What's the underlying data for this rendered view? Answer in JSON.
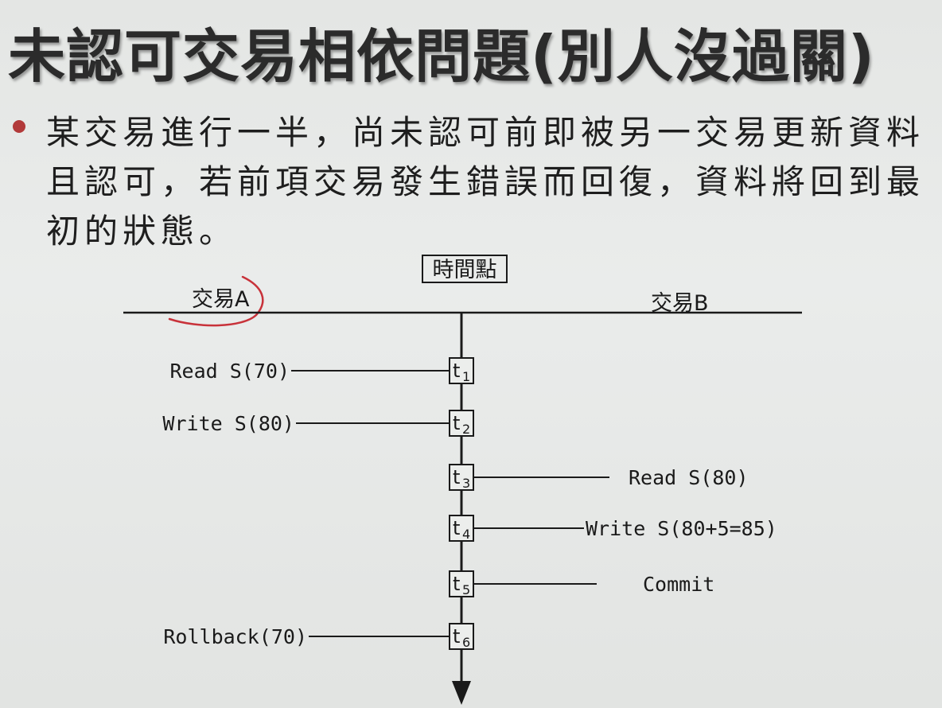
{
  "slide": {
    "title": "未認可交易相依問題(別人沒過關)",
    "bullet": "某交易進行一半，尚未認可前即被另一交易更新資料且認可，若前項交易發生錯誤而回復，資料將回到最初的狀態。"
  },
  "diagram": {
    "time_label": "時間點",
    "transaction_a": "交易A",
    "transaction_b": "交易B",
    "steps": [
      {
        "t": "t",
        "sub": "1",
        "side": "A",
        "op": "Read S(70)"
      },
      {
        "t": "t",
        "sub": "2",
        "side": "A",
        "op": "Write S(80)"
      },
      {
        "t": "t",
        "sub": "3",
        "side": "B",
        "op": "Read S(80)"
      },
      {
        "t": "t",
        "sub": "4",
        "side": "B",
        "op": "Write S(80+5=85)"
      },
      {
        "t": "t",
        "sub": "5",
        "side": "B",
        "op": "Commit"
      },
      {
        "t": "t",
        "sub": "6",
        "side": "A",
        "op": "Rollback(70)"
      }
    ]
  },
  "colors": {
    "annotation": "#c8323a",
    "bullet": "#b23a3a"
  }
}
